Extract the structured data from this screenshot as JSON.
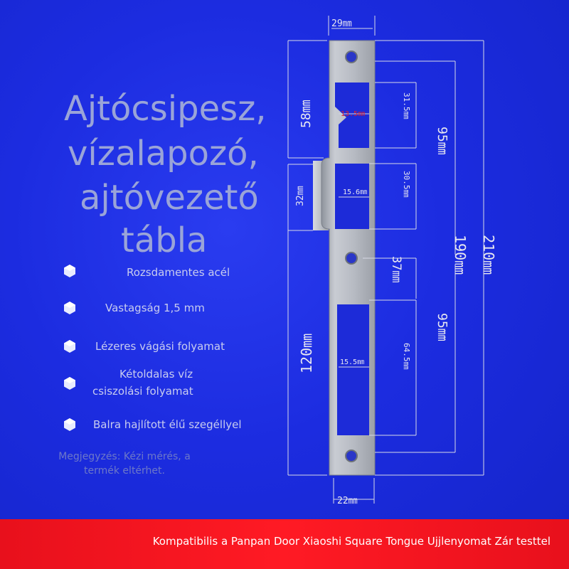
{
  "title": {
    "lines": [
      "Ajtócsipesz,",
      "vízalapozó,",
      "ajtóvezető",
      "tábla"
    ]
  },
  "features": [
    "Rozsdamentes acél",
    "Vastagság 1,5 mm",
    "Lézeres vágási folyamat",
    "Kétoldalas víz",
    "csiszolási folyamat",
    "Balra hajlított élű szegéllyel"
  ],
  "note": {
    "line1": "Megjegyzés: Kézi mérés, a",
    "line2": "termék eltérhet."
  },
  "banner": {
    "text": "Kompatibilis a Panpan Door Xiaoshi Square Tongue Ujjlenyomat Zár testtel"
  },
  "dimensions": {
    "top_width": "29㎜",
    "bottom_width": "22㎜",
    "upper_height": "58㎜",
    "tab_height": "32㎜",
    "lower_height": "120㎜",
    "slot1_width": "13.5㎜",
    "slot1_height": "31.5㎜",
    "slot2_width": "15.6㎜",
    "slot2_height": "30.5㎜",
    "slot3_width": "15.5㎜",
    "slot3_height": "64.5㎜",
    "hole_spacing": "37㎜",
    "upper_span": "95㎜",
    "lower_span": "95㎜",
    "inner_total": "190㎜",
    "outer_total": "210㎜"
  },
  "colors": {
    "background": "#1c2ce0",
    "banner": "#ff1a24",
    "title_text": "#9aa4d8",
    "plate": "#bfc3cc"
  }
}
